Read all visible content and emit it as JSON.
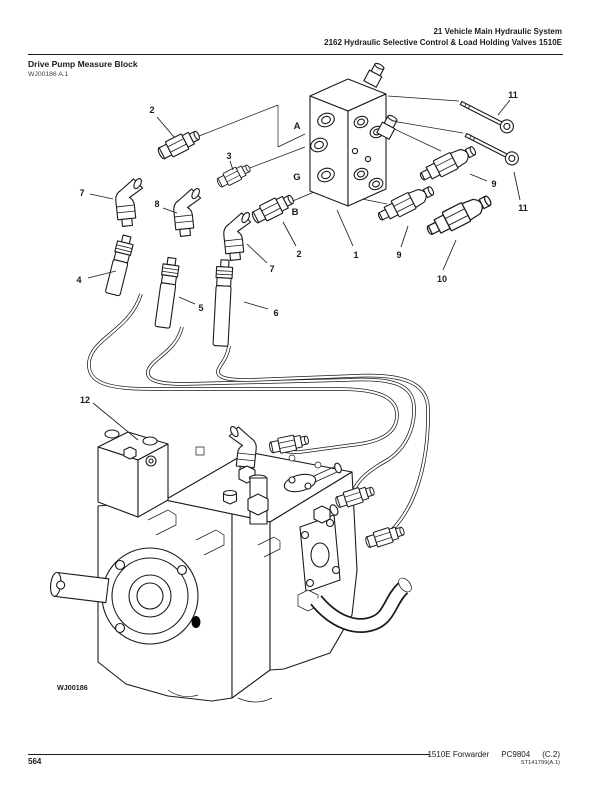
{
  "colors": {
    "ink": "#1b1b1b",
    "paper": "#ffffff"
  },
  "header": {
    "line1": "21 Vehicle Main Hydraulic System",
    "line2": "2162 Hydraulic Selective Control &amp; Load Holding Valves 1510E"
  },
  "section": {
    "title": "Drive Pump Measure Block",
    "code": "WJ00186 A.1"
  },
  "figure": {
    "caption": "WJ00186",
    "ports": [
      {
        "label": "A"
      },
      {
        "label": "G"
      },
      {
        "label": "B"
      }
    ],
    "callouts": [
      {
        "label": "2"
      },
      {
        "label": "3"
      },
      {
        "label": "7"
      },
      {
        "label": "8"
      },
      {
        "label": "7"
      },
      {
        "label": "2"
      },
      {
        "label": "4"
      },
      {
        "label": "5"
      },
      {
        "label": "6"
      },
      {
        "label": "1"
      },
      {
        "label": "9"
      },
      {
        "label": "9"
      },
      {
        "label": "10"
      },
      {
        "label": "11"
      },
      {
        "label": "11"
      },
      {
        "label": "12"
      }
    ]
  },
  "footer": {
    "page_number": "564",
    "model": "1510E Forwarder",
    "doc_code": "PC9804",
    "revision": "(C.2)",
    "ref_code": "ST141799(A.1)"
  }
}
